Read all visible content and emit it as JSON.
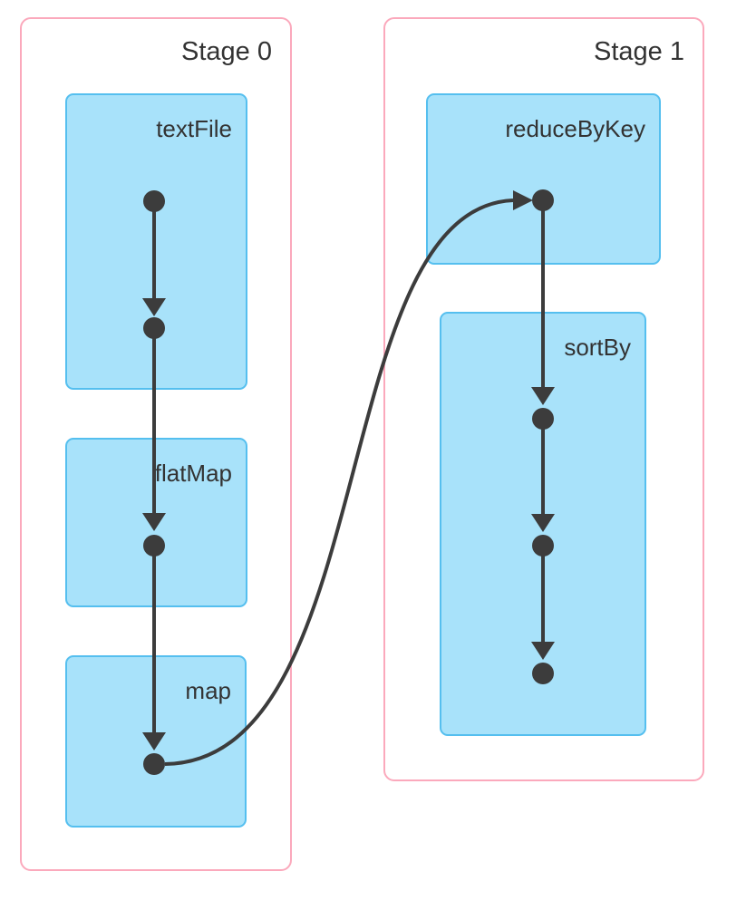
{
  "diagram": {
    "type": "dag",
    "stages": [
      {
        "label": "Stage 0",
        "operations": [
          {
            "label": "textFile",
            "dot_count": 2
          },
          {
            "label": "flatMap",
            "dot_count": 1
          },
          {
            "label": "map",
            "dot_count": 1
          }
        ]
      },
      {
        "label": "Stage 1",
        "operations": [
          {
            "label": "reduceByKey",
            "dot_count": 1
          },
          {
            "label": "sortBy",
            "dot_count": 3
          }
        ]
      }
    ],
    "edges": [
      {
        "from": "textFile",
        "to": "flatMap"
      },
      {
        "from": "flatMap",
        "to": "map"
      },
      {
        "from": "map",
        "to": "reduceByKey"
      },
      {
        "from": "reduceByKey",
        "to": "sortBy"
      }
    ],
    "colors": {
      "stage_border": "#FBA9BC",
      "operation_fill": "#A8E2FA",
      "operation_border": "#55BFEF",
      "edge": "#3C3C3C",
      "text": "#333333"
    }
  }
}
